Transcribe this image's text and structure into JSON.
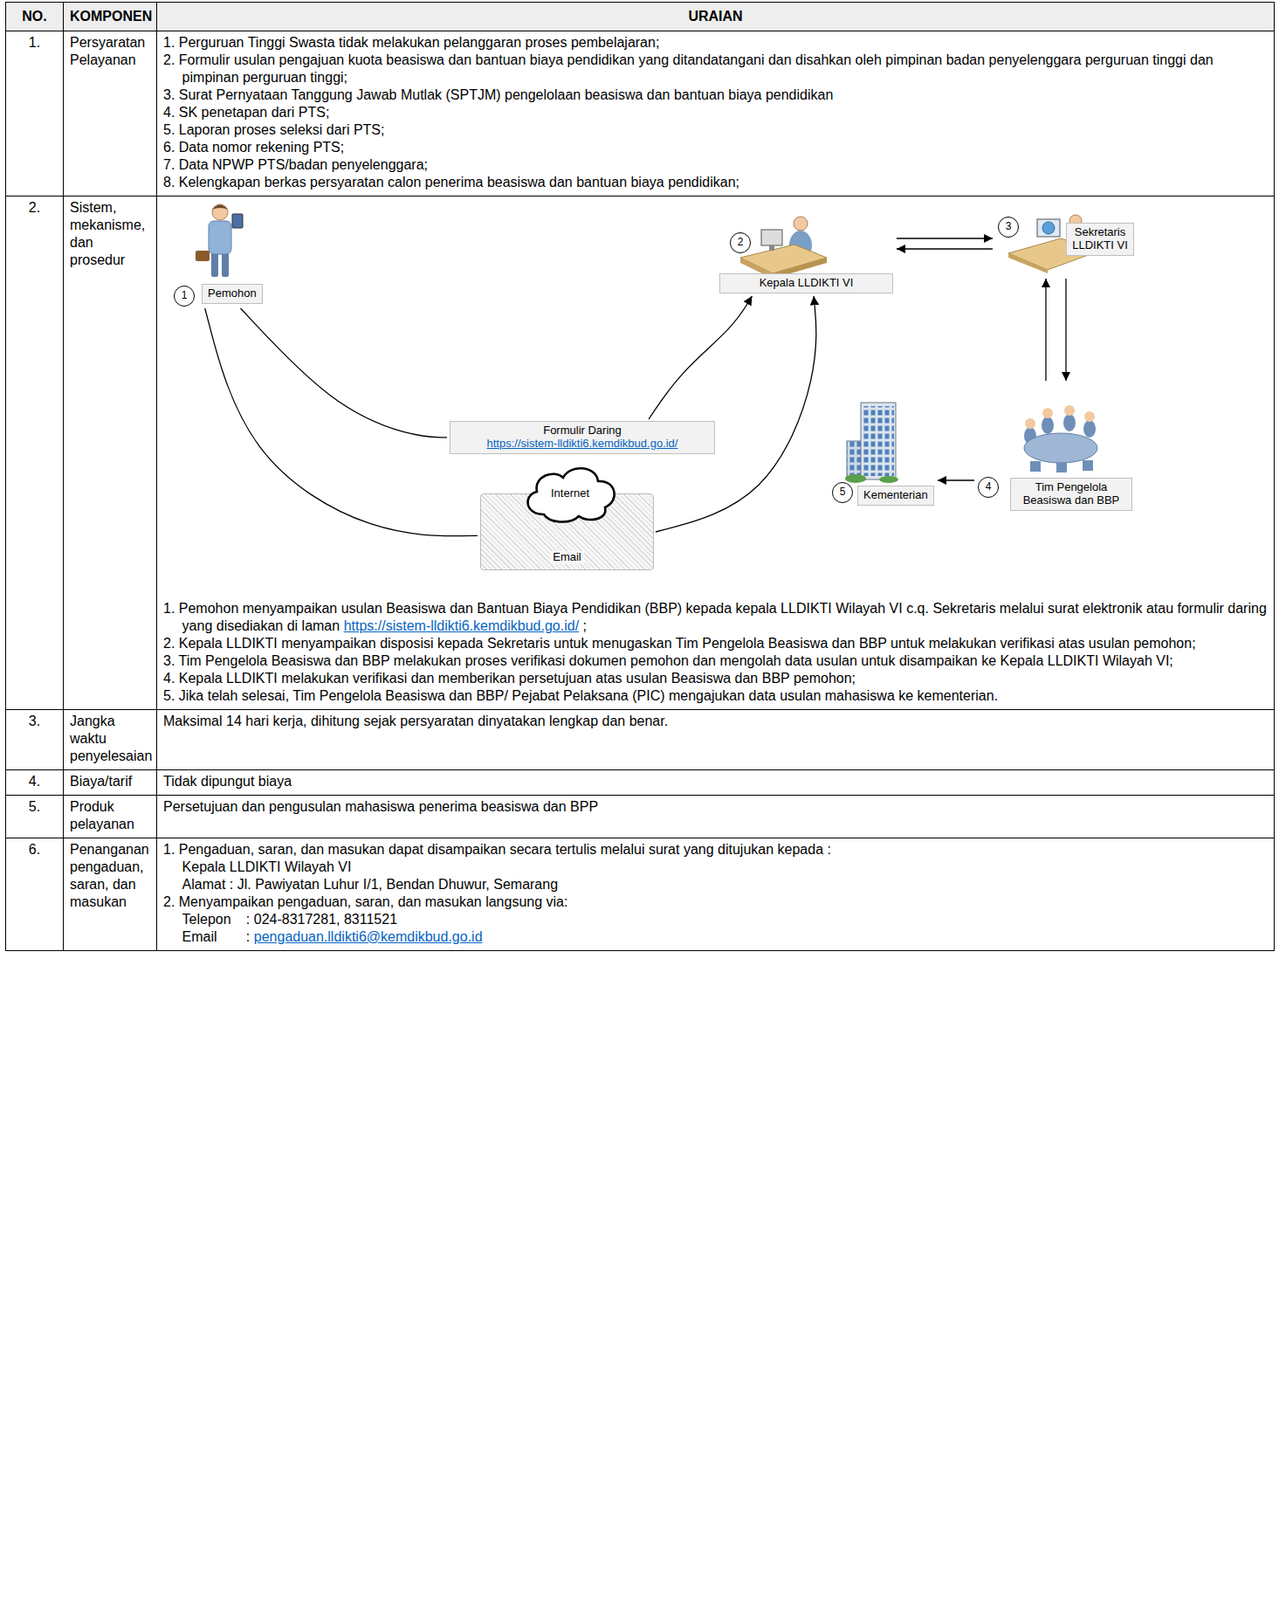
{
  "diagram": {
    "nodes": [
      {
        "text": [
          "1",
          "Pemohon"
        ]
      },
      {
        "text": [
          "2",
          "Kepala LLDIKTI VI"
        ]
      },
      {
        "text": [
          "3",
          "Sekretaris LLDIKTI VI"
        ]
      },
      {
        "text": [
          "4",
          "Tim Pengelola Beasiswa dan BBP"
        ]
      },
      {
        "text": [
          "5",
          "Kementerian"
        ]
      },
      {
        "text": [
          "Formulir Daring",
          "https://sistem-lldikti6.kemdikbud.go.id/"
        ]
      },
      {
        "text": [
          "Internet"
        ]
      },
      {
        "text": [
          "Email"
        ]
      }
    ],
    "edges": [
      {
        "from": 0,
        "to": 5,
        "arrow": "none"
      },
      {
        "from": 5,
        "to": 1,
        "arrow": "to"
      },
      {
        "from": 0,
        "to": 7,
        "arrow": "none"
      },
      {
        "from": 7,
        "to": 1,
        "arrow": "to"
      },
      {
        "from": 1,
        "to": 2,
        "arrow": "to"
      },
      {
        "from": 2,
        "to": 1,
        "arrow": "to"
      },
      {
        "from": 2,
        "to": 3,
        "arrow": "to"
      },
      {
        "from": 3,
        "to": 2,
        "arrow": "to"
      },
      {
        "from": 3,
        "to": 4,
        "arrow": "to"
      }
    ],
    "labels": [
      "NO.",
      "KOMPONEN",
      "URAIAN",
      "1.",
      "Persyaratan Pelayanan",
      "1. Perguruan Tinggi Swasta tidak melakukan pelanggaran proses pembelajaran;",
      "2. Formulir usulan pengajuan kuota beasiswa dan bantuan biaya pendidikan yang ditandatangani dan disahkan oleh pimpinan badan penyelenggara perguruan tinggi dan pimpinan perguruan tinggi;",
      "3. Surat Pernyataan Tanggung Jawab Mutlak (SPTJM) pengelolaan beasiswa dan bantuan biaya pendidikan",
      "4. SK penetapan dari PTS;",
      "5. Laporan proses seleksi dari PTS;",
      "6. Data nomor rekening PTS;",
      "7. Data NPWP PTS/badan penyelenggara;",
      "8. Kelengkapan berkas persyaratan calon penerima beasiswa dan bantuan biaya pendidikan;",
      "2.",
      "Sistem, mekanisme, dan prosedur",
      "1. Pemohon menyampaikan usulan Beasiswa dan Bantuan Biaya Pendidikan (BBP) kepada kepala LLDIKTI Wilayah VI c.q. Sekretaris melalui surat elektronik atau formulir daring yang disediakan di laman",
      "https://sistem-lldikti6.kemdikbud.go.id/",
      ";",
      "2. Kepala LLDIKTI menyampaikan disposisi kepada Sekretaris untuk menugaskan Tim Pengelola Beasiswa dan BBP untuk melakukan verifikasi atas usulan pemohon;",
      "3. Tim Pengelola Beasiswa dan BBP melakukan proses verifikasi dokumen pemohon dan mengolah data usulan untuk disampaikan ke Kepala LLDIKTI Wilayah VI;",
      "4. Kepala LLDIKTI melakukan verifikasi dan memberikan persetujuan atas usulan Beasiswa dan BBP pemohon;",
      "5. Jika telah selesai, Tim Pengelola Beasiswa dan BBP/ Pejabat Pelaksana (PIC) mengajukan data usulan mahasiswa ke kementerian.",
      "3.",
      "Jangka waktu penyelesaian",
      "Maksimal 14 hari kerja, dihitung sejak persyaratan dinyatakan lengkap dan benar.",
      "4.",
      "Biaya/tarif",
      "Tidak dipungut biaya",
      "5.",
      "Produk pelayanan",
      "Persetujuan dan pengusulan mahasiswa penerima beasiswa dan BPP",
      "6.",
      "Penanganan pengaduan, saran, dan masukan",
      "1. Pengaduan, saran, dan masukan dapat disampaikan secara tertulis melalui surat yang ditujukan kepada :",
      "Kepala LLDIKTI Wilayah VI",
      "Alamat : Jl. Pawiyatan Luhur I/1, Bendan Dhuwur, Semarang",
      "2. Menyampaikan pengaduan, saran, dan masukan langsung via:",
      "Telepon",
      ": 024-8317281, 8311521",
      "Email",
      ":",
      "pengaduan.lldikti6@kemdikbud.go.id"
    ]
  }
}
